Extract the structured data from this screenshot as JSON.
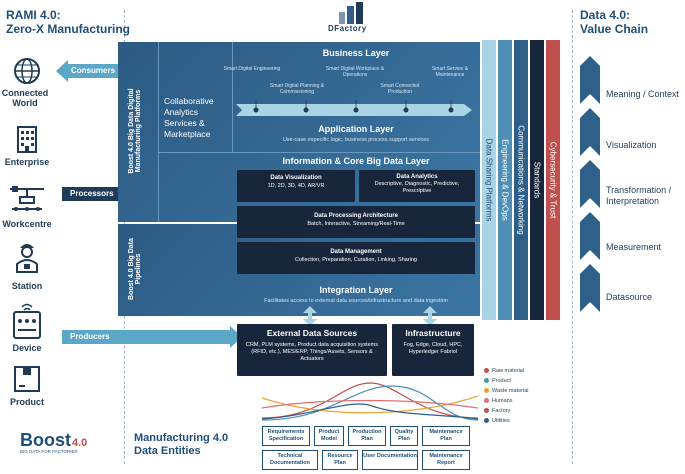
{
  "left": {
    "title_line1": "RAMI 4.0:",
    "title_line2": "Zero-X Manufacturing",
    "items": [
      {
        "label": "Connected World",
        "icon": "globe-icon"
      },
      {
        "label": "Enterprise",
        "icon": "building-icon"
      },
      {
        "label": "Workcentre",
        "icon": "workcentre-icon"
      },
      {
        "label": "Station",
        "icon": "worker-icon"
      },
      {
        "label": "Device",
        "icon": "device-icon"
      },
      {
        "label": "Product",
        "icon": "box-icon"
      }
    ],
    "logo_text": "Boost",
    "logo_suffix": "4.0",
    "logo_tagline": "BIG DATA FOR FACTORIES"
  },
  "flows": {
    "consumers": "Consumers",
    "processors": "Processors",
    "producers": "Producers"
  },
  "center": {
    "brand": "DFactory",
    "platform_label": "Boost 4.0 Big Data Digital Manufacturing Platforms",
    "pipelines_label": "Boost 4.0 Big Data Pipelines",
    "collab_label": "Collaborative Analytics Services & Marketplace",
    "business_layer": "Business Layer",
    "milestones": [
      "Smart Digital Engineering",
      "Smart Digital Planning & Commissioning",
      "Smart Digital Workplace & Operations",
      "Smart Connected Production",
      "Smart Service & Maintenance"
    ],
    "application_layer": "Application Layer",
    "application_sub": "Use-case especific logic, business process support services",
    "info_layer": "Information & Core Big Data Layer",
    "data_viz_title": "Data Visualization",
    "data_viz_sub": "1D, 2D, 3D, 4D, AR/VR",
    "data_analytics_title": "Data Analytics",
    "data_analytics_sub": "Descriptive, Diagnostic, Predictive, Prescriptive",
    "dpa_title": "Data Processing Architecture",
    "dpa_sub": "Batch, Interactive, Streaming/Real-Time",
    "dm_title": "Data Management",
    "dm_sub": "Collection, Preparation, Curation, Linking, Sharing",
    "integration_layer": "Integration Layer",
    "integration_sub": "Facilitates access to external data sources/infrastructure and data ingestion",
    "ext_title": "External Data Sources",
    "ext_sub": "CRM, PLM systems, Product data acquisition systems (RFID, etc.), MES/ERP, Things/Assets, Sensors & Actuators",
    "infra_title": "Infrastructure",
    "infra_sub": "Fog, Edge, Cloud, HPC, Hyperledger Fabriol"
  },
  "vertical_bars": [
    {
      "label": "Data Sharing Platforms",
      "color": "#a9d4e6"
    },
    {
      "label": "Engineering & DevOps",
      "color": "#4f8fb5"
    },
    {
      "label": "Communications & Networking",
      "color": "#2e5f88"
    },
    {
      "label": "Standards",
      "color": "#17263a"
    },
    {
      "label": "Cybersecurity & Trust",
      "color": "#c0504d"
    }
  ],
  "right": {
    "title_line1": "Data 4.0:",
    "title_line2": "Value Chain",
    "items": [
      "Meaning / Context",
      "Visualization",
      "Transformation / Interpretation",
      "Measurement",
      "Datasource"
    ]
  },
  "bottom": {
    "title_line1": "Manufacturing 4.0",
    "title_line2": "Data Entities",
    "entities_row1": [
      "Requirements Specification",
      "Product Model",
      "Production Plan",
      "Quality Plan",
      "Maintenance Plan"
    ],
    "entities_row2": [
      "Technical Documentation",
      "Resource Plan",
      "User Documentation",
      "Maintenance Report"
    ],
    "legend": [
      {
        "label": "Raw material",
        "color": "#c0504d"
      },
      {
        "label": "Product",
        "color": "#4f8fb5"
      },
      {
        "label": "Waste material",
        "color": "#f0a030"
      },
      {
        "label": "Humans",
        "color": "#e07070"
      },
      {
        "label": "Factory",
        "color": "#c0504d"
      },
      {
        "label": "Utilities",
        "color": "#2e5f88"
      }
    ]
  }
}
